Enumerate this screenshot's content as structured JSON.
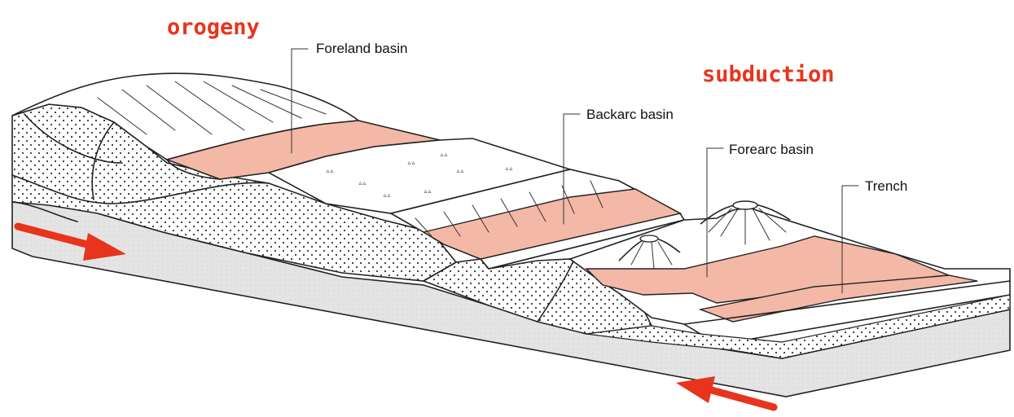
{
  "labels": {
    "orogeny": "orogeny",
    "subduction": "subduction",
    "foreland_basin": "Foreland basin",
    "backarc_basin": "Backarc basin",
    "forearc_basin": "Forearc basin",
    "trench": "Trench"
  },
  "colors": {
    "accent_red": "#e8341c",
    "basin_fill": "#f3b8a6",
    "basement_gray": "#e4e4e4",
    "outline": "#222222"
  },
  "icons": [
    "arrow-right-icon",
    "arrow-left-icon"
  ]
}
